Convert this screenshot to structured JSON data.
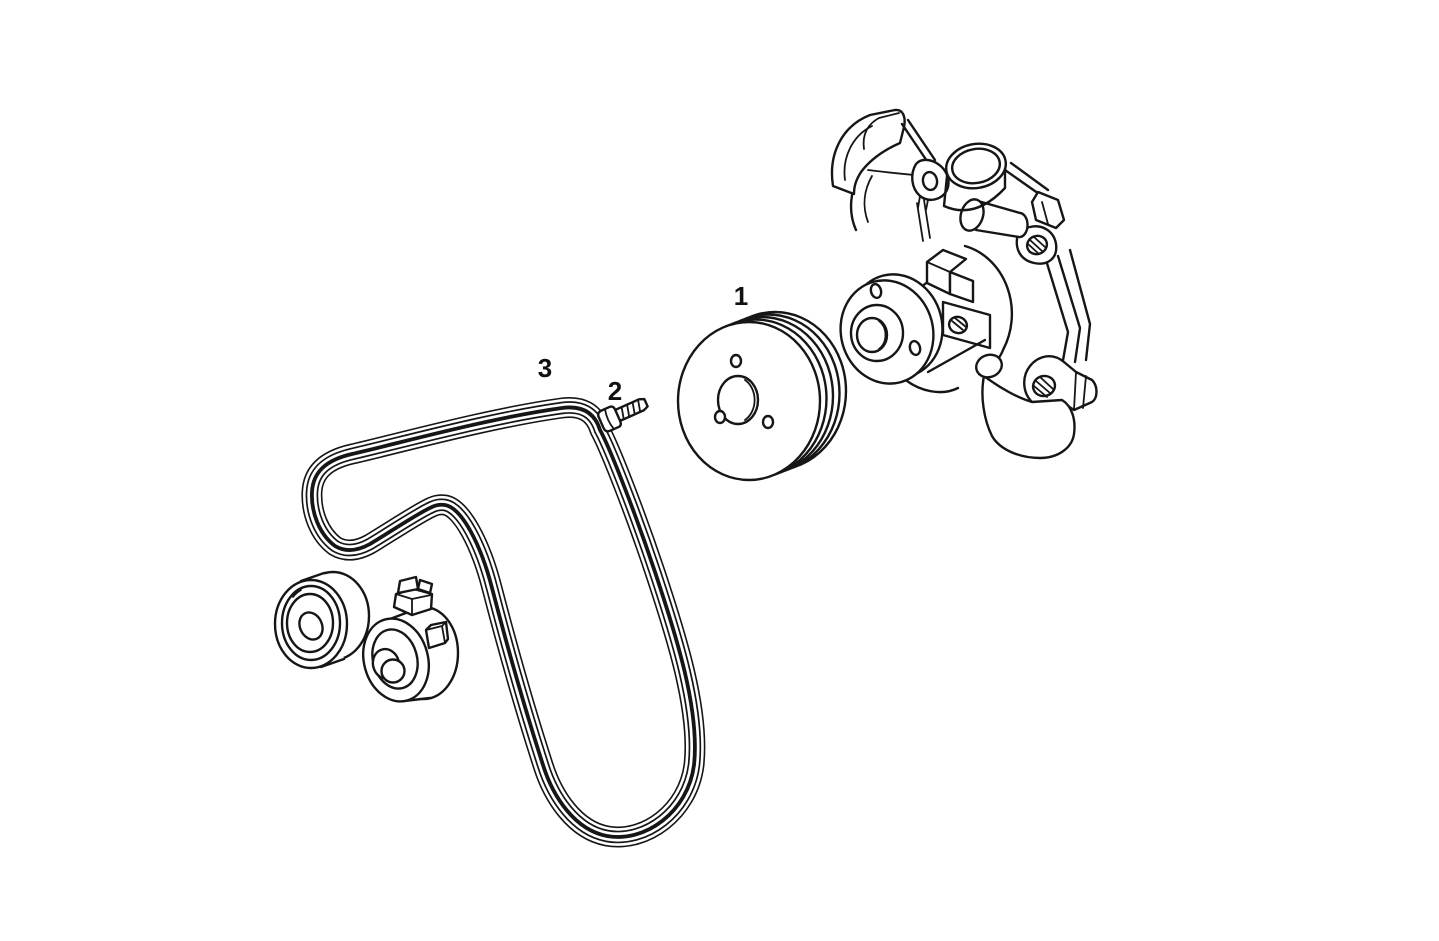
{
  "page": {
    "background_color": "#ffffff",
    "line_color": "#161616"
  },
  "callouts": [
    {
      "label": "1"
    },
    {
      "label": "2"
    },
    {
      "label": "3"
    }
  ]
}
